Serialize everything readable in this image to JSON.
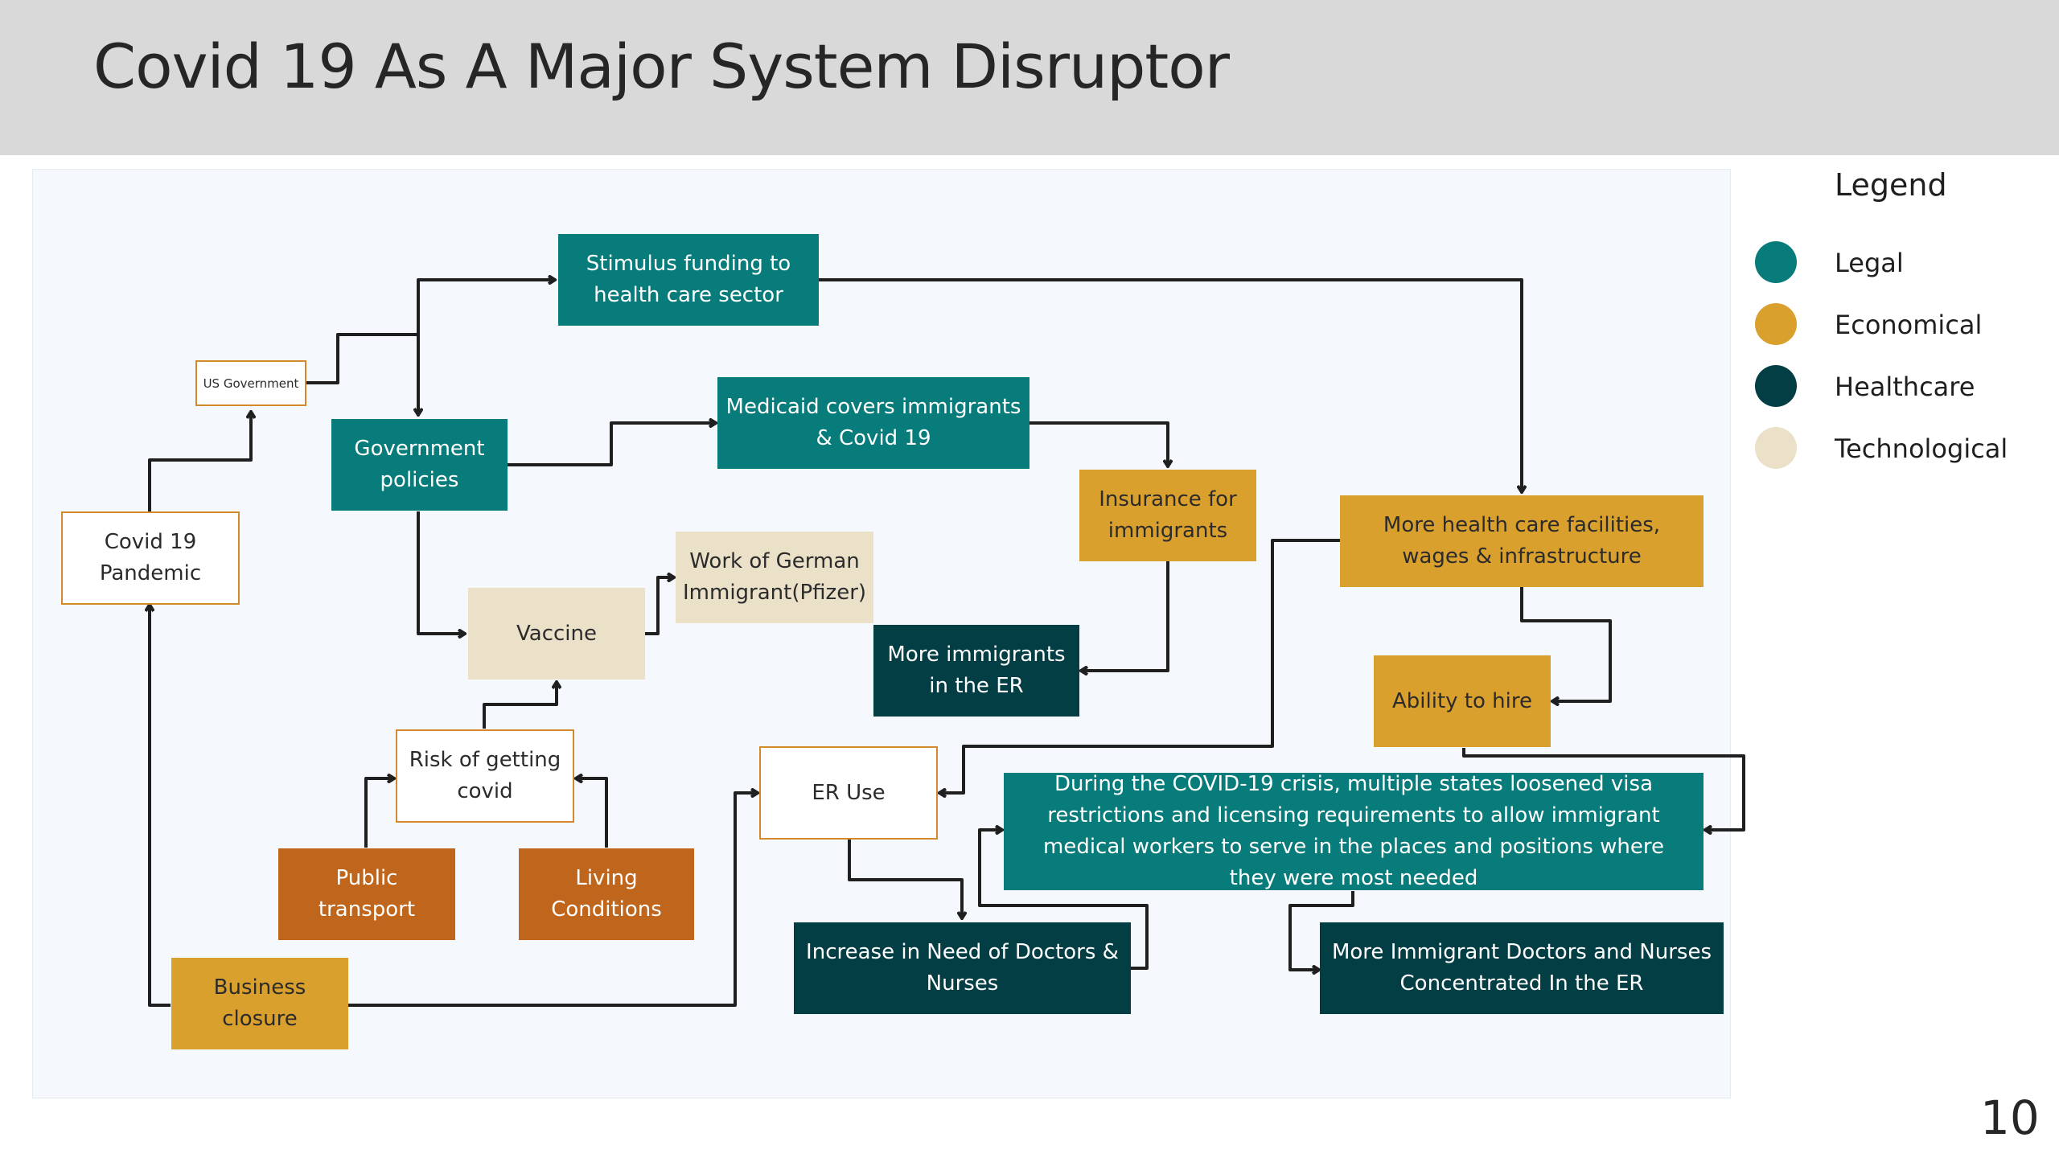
{
  "title": "Covid 19 As A Major System Disruptor",
  "page_number": "10",
  "colors": {
    "legal": "#087b7b",
    "economical": "#daa02d",
    "healthcare": "#043e45",
    "technological": "#ebe0c8",
    "rust": "#c0661c",
    "outline_border": "#d48a2c"
  },
  "legend": {
    "title": "Legend",
    "items": [
      {
        "label": "Legal",
        "color": "#087b7b"
      },
      {
        "label": "Economical",
        "color": "#daa02d"
      },
      {
        "label": "Healthcare",
        "color": "#043e45"
      },
      {
        "label": "Technological",
        "color": "#ebe0c8"
      }
    ]
  },
  "nodes": {
    "stimulus": "Stimulus funding to health care sector",
    "us_government": "US Government",
    "government_policies": "Government policies",
    "medicaid": "Medicaid covers immigrants & Covid 19",
    "insurance": "Insurance for immigrants",
    "facilities": "More health care facilities, wages & infrastructure",
    "covid_pandemic": "Covid 19 Pandemic",
    "work_german": "Work of German Immigrant(Pfizer)",
    "vaccine": "Vaccine",
    "more_immigrants_er": "More immigrants in the ER",
    "ability_hire": "Ability to hire",
    "risk_covid": "Risk of getting covid",
    "er_use": "ER Use",
    "visa_crisis": "During the COVID-19 crisis, multiple states loosened visa restrictions and licensing requirements to allow immigrant medical workers to serve in the places and positions where they were most needed",
    "public_transport": "Public transport",
    "living_conditions": "Living Conditions",
    "need_doctors": "Increase in Need of Doctors & Nurses",
    "immigrant_doctors_er": "More Immigrant Doctors and Nurses Concentrated In the ER",
    "business_closure": "Business closure"
  }
}
